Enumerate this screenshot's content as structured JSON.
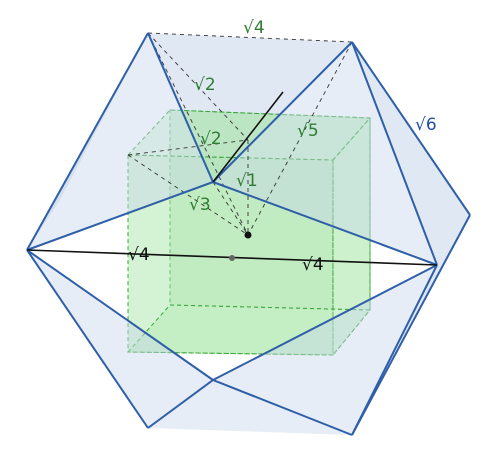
{
  "colors": {
    "solid_edge": "#2f5fa8",
    "face_fill": "#c7d6ea",
    "cube_fill": "#9fe39f",
    "cube_edge": "#3aa63a",
    "label_green": "#2e7d32",
    "label_blue": "#1f4f9e",
    "label_black": "#111111"
  },
  "labels": {
    "top_sqrt4": "√4",
    "sqrt2_upper": "√2",
    "sqrt2_lower": "√2",
    "sqrt5": "√5",
    "sqrt6": "√6",
    "sqrt1": "√1",
    "sqrt3": "√3",
    "left_sqrt4": "√4",
    "right_sqrt4": "√4"
  }
}
